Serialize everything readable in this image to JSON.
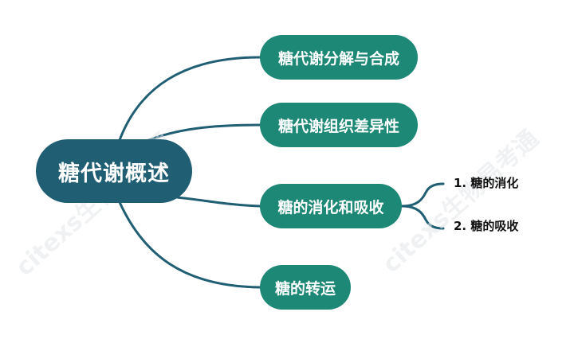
{
  "root": {
    "label": "糖代谢概述"
  },
  "branches": [
    {
      "label": "糖代谢分解与合成"
    },
    {
      "label": "糖代谢组织差异性"
    },
    {
      "label": "糖的消化和吸收"
    },
    {
      "label": "糖的转运"
    }
  ],
  "leaves": [
    {
      "label": "1. 糖的消化"
    },
    {
      "label": "2. 糖的吸收"
    }
  ],
  "watermark": {
    "text": "citexs生物易考通"
  },
  "colors": {
    "root_fill": "#1f5e73",
    "branch_fill": "#1e8876",
    "connector": "#1f5e73",
    "leaf_text": "#111111"
  }
}
